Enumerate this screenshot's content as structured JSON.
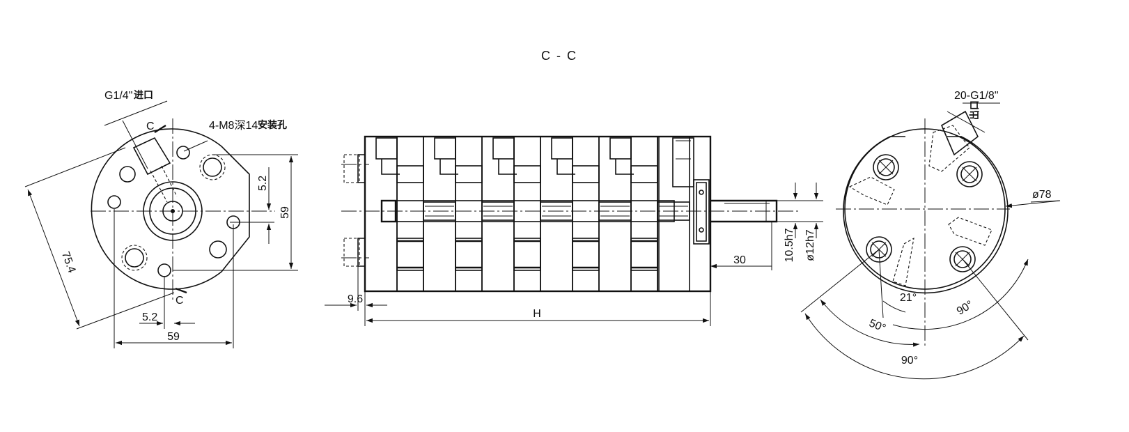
{
  "section_label": "C - C",
  "labels": {
    "inlet_thread": "G1/4\"",
    "inlet_text": "进口",
    "mount_spec": "4-M8深14",
    "mount_text": "安装孔",
    "section_marker_top": "C",
    "section_marker_bottom": "C",
    "outlet_thread": "20-G1/8\"",
    "outlet_text": "出口"
  },
  "dimensions": {
    "left_height": "59",
    "left_width": "59",
    "left_offset_top": "5.2",
    "left_offset_bottom": "5.2",
    "left_diagonal": "75.4",
    "shaft_fit_inner": "10.5h7",
    "shaft_fit_outer": "ø12h7",
    "shaft_length": "30",
    "flange_offset": "9.6",
    "overall_length": "H",
    "right_diameter": "ø78",
    "angle_small": "21°",
    "angle_right": "90°",
    "angle_left": "50°",
    "angle_bottom": "90°"
  }
}
